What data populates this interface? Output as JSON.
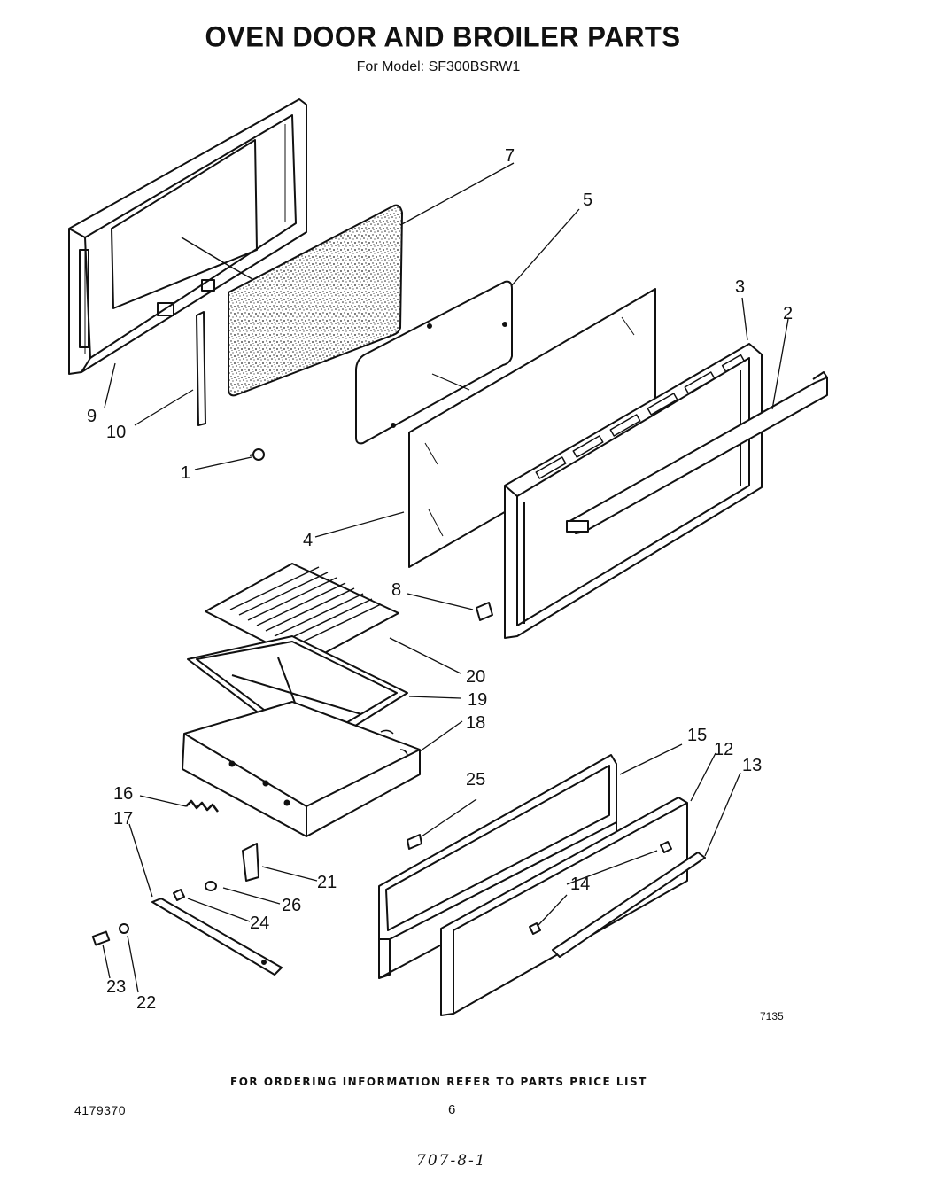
{
  "title": "OVEN DOOR AND BROILER PARTS",
  "subtitle": "For Model: SF300BSRW1",
  "figure_id": "7135",
  "ordering_note": "FOR ORDERING INFORMATION REFER TO PARTS PRICE LIST",
  "document_number": "4179370",
  "page_number": "6",
  "handwritten_note": "707-8-1",
  "callouts": [
    "1",
    "2",
    "3",
    "4",
    "5",
    "7",
    "8",
    "9",
    "10",
    "12",
    "13",
    "14",
    "15",
    "16",
    "17",
    "18",
    "19",
    "20",
    "21",
    "22",
    "23",
    "24",
    "25",
    "26"
  ]
}
